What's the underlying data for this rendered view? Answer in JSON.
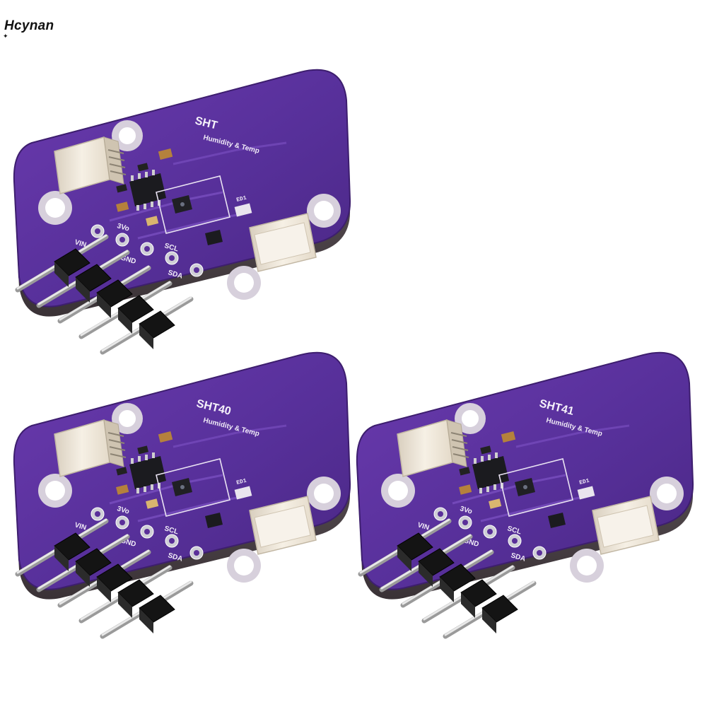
{
  "watermark": {
    "text": "Hcynan"
  },
  "modules": [
    {
      "title": "SHT",
      "subtitle": "Humidity & Temp",
      "led": "ED1",
      "pins": {
        "vin": "VIN",
        "v3": "3Vo",
        "gnd": "GND",
        "scl": "SCL",
        "sda": "SDA"
      }
    },
    {
      "title": "SHT40",
      "subtitle": "Humidity & Temp",
      "led": "ED1",
      "pins": {
        "vin": "VIN",
        "v3": "3Vo",
        "gnd": "GND",
        "scl": "SCL",
        "sda": "SDA"
      }
    },
    {
      "title": "SHT41",
      "subtitle": "Humidity & Temp",
      "led": "ED1",
      "pins": {
        "vin": "VIN",
        "v3": "3Vo",
        "gnd": "GND",
        "scl": "SCL",
        "sda": "SDA"
      }
    }
  ],
  "colors": {
    "pcb": "#5a2f99",
    "pcb_edge": "#3d1e6e",
    "connector": "#efe6d8",
    "header": "#1a1a1a",
    "pin": "#d8d8d8"
  }
}
